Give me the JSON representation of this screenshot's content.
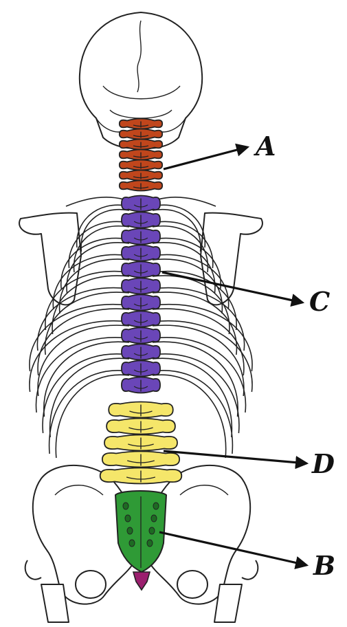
{
  "colors": {
    "cervical": "#c0461c",
    "thoracic": "#6a46b8",
    "lumbar": "#f5e66a",
    "sacrum": "#2f9a36",
    "coccyx": "#9b1f6e",
    "outline": "#222222"
  },
  "labels": {
    "a": "A",
    "b": "B",
    "c": "C",
    "d": "D"
  },
  "icons": {
    "a": "arrow-right-icon",
    "b": "arrow-right-icon",
    "c": "arrow-right-icon",
    "d": "arrow-right-icon"
  }
}
